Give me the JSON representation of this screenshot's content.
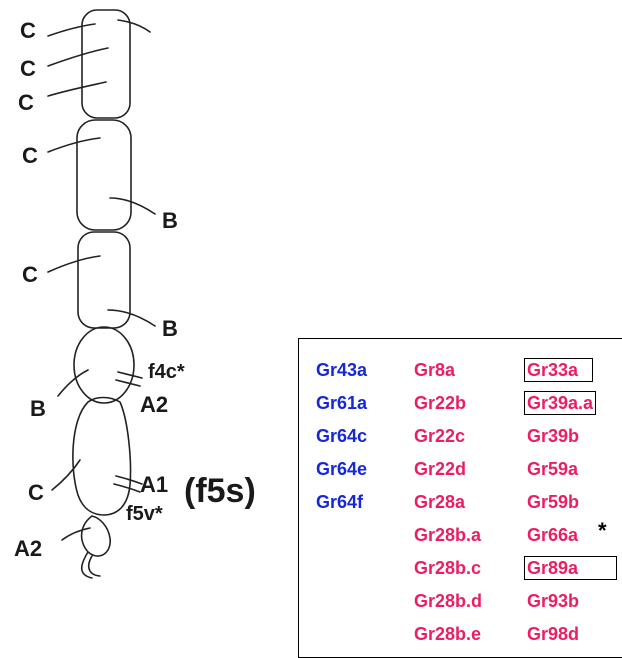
{
  "diagram": {
    "segment_labels": [
      "C",
      "C",
      "C",
      "C",
      "B",
      "C",
      "B",
      "f4c*",
      "B",
      "A2",
      "C",
      "A1",
      "f5v*",
      "A2"
    ],
    "region_label": "(f5s)"
  },
  "gene_table": {
    "col1": [
      "Gr43a",
      "Gr61a",
      "Gr64c",
      "Gr64e",
      "Gr64f"
    ],
    "col2": [
      "Gr8a",
      "Gr22b",
      "Gr22c",
      "Gr22d",
      "Gr28a",
      "Gr28b.a",
      "Gr28b.c",
      "Gr28b.d",
      "Gr28b.e"
    ],
    "col3": [
      "Gr33a",
      "Gr39a.a",
      "Gr39b",
      "Gr59a",
      "Gr59b",
      "Gr66a",
      "Gr89a",
      "Gr93b",
      "Gr98d"
    ],
    "asterisk": "*",
    "colors": {
      "blue": "#1428d8",
      "pink": "#ea1e63"
    }
  }
}
